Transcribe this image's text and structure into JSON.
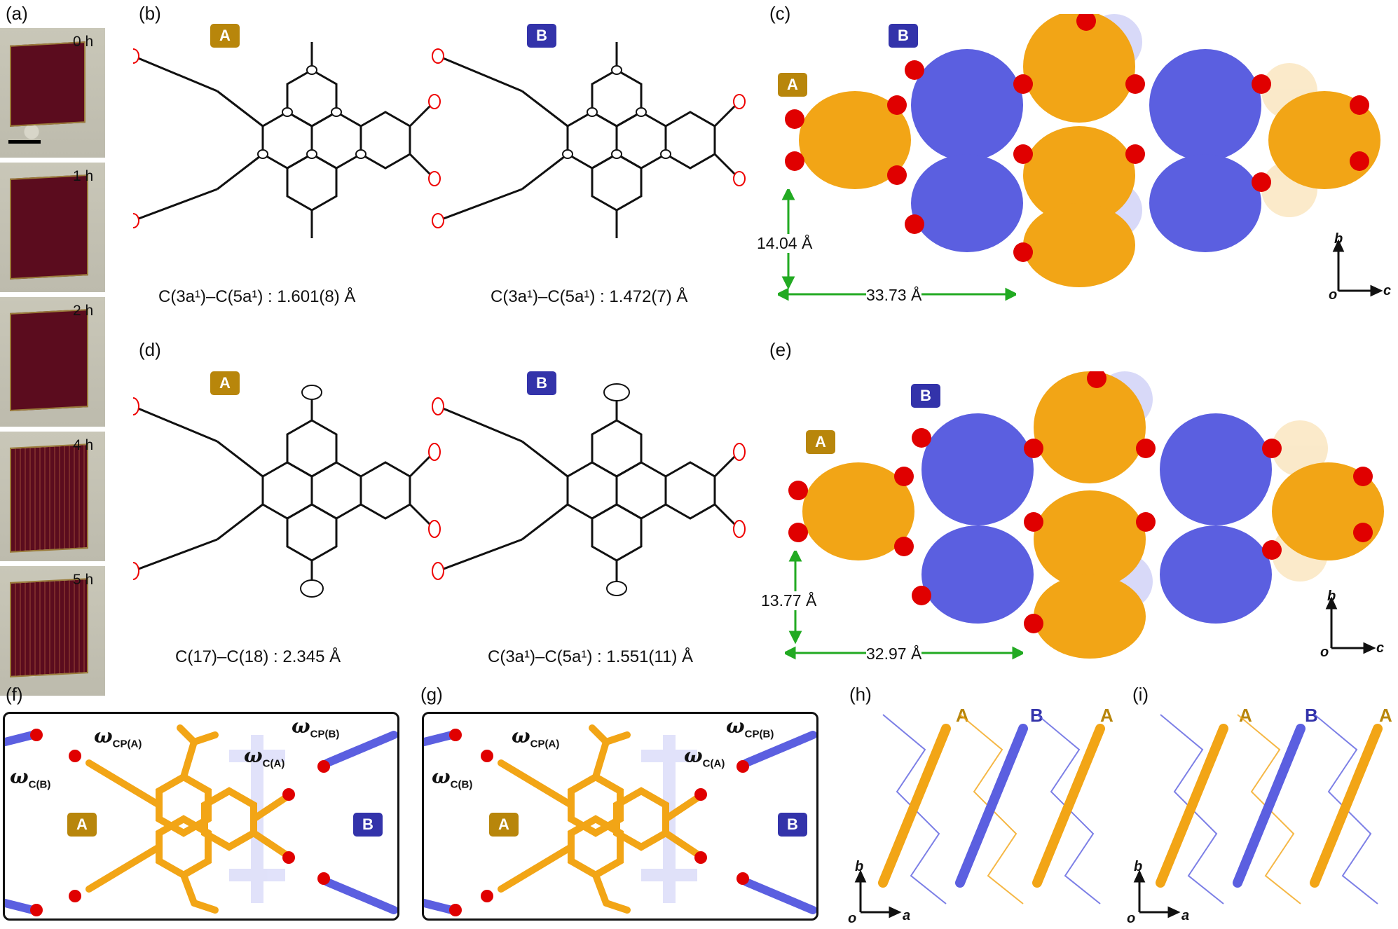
{
  "panels": {
    "a": {
      "label": "(a)",
      "times": [
        "0 h",
        "1 h",
        "2 h",
        "4 h",
        "5 h"
      ]
    },
    "b": {
      "label": "(b)",
      "badge_a": "A",
      "badge_b": "B",
      "caption_a": "C(3a¹)–C(5a¹) : 1.601(8) Å",
      "caption_b": "C(3a¹)–C(5a¹) : 1.472(7) Å"
    },
    "c": {
      "label": "(c)",
      "badge_a": "A",
      "badge_b": "B",
      "meas_vertical": "14.04 Å",
      "meas_horizontal": "33.73 Å",
      "axis_b": "b",
      "axis_o": "o",
      "axis_c": "c"
    },
    "d": {
      "label": "(d)",
      "badge_a": "A",
      "badge_b": "B",
      "caption_a": "C(17)–C(18) : 2.345 Å",
      "caption_b": "C(3a¹)–C(5a¹) : 1.551(11) Å"
    },
    "e": {
      "label": "(e)",
      "badge_a": "A",
      "badge_b": "B",
      "meas_vertical": "13.77 Å",
      "meas_horizontal": "32.97 Å",
      "axis_b": "b",
      "axis_o": "o",
      "axis_c": "c"
    },
    "f": {
      "label": "(f)",
      "omega_cpa": "ω",
      "omega_cpa_sub": "CP(A)",
      "omega_cpb": "ω",
      "omega_cpb_sub": "CP(B)",
      "omega_ca": "ω",
      "omega_ca_sub": "C(A)",
      "omega_cb": "ω",
      "omega_cb_sub": "C(B)",
      "badge_a": "A",
      "badge_b": "B"
    },
    "g": {
      "label": "(g)",
      "omega_cpa": "ω",
      "omega_cpa_sub": "CP(A)",
      "omega_cpb": "ω",
      "omega_cpb_sub": "CP(B)",
      "omega_ca": "ω",
      "omega_ca_sub": "C(A)",
      "omega_cb": "ω",
      "omega_cb_sub": "C(B)",
      "badge_a": "A",
      "badge_b": "B"
    },
    "h": {
      "label": "(h)",
      "letters": [
        "A",
        "B",
        "A"
      ],
      "axis_b": "b",
      "axis_o": "o",
      "axis_a": "a"
    },
    "i": {
      "label": "(i)",
      "letters": [
        "A",
        "B",
        "A"
      ],
      "axis_b": "b",
      "axis_o": "o",
      "axis_a": "a"
    }
  },
  "colors": {
    "orange": "#f2a516",
    "light_orange": "#f6d08a",
    "blue": "#5b5fe0",
    "light_blue": "#a8abf0",
    "red": "#e00000",
    "green": "#22aa22",
    "badge_a": "#b8860b",
    "badge_b": "#3333aa"
  }
}
